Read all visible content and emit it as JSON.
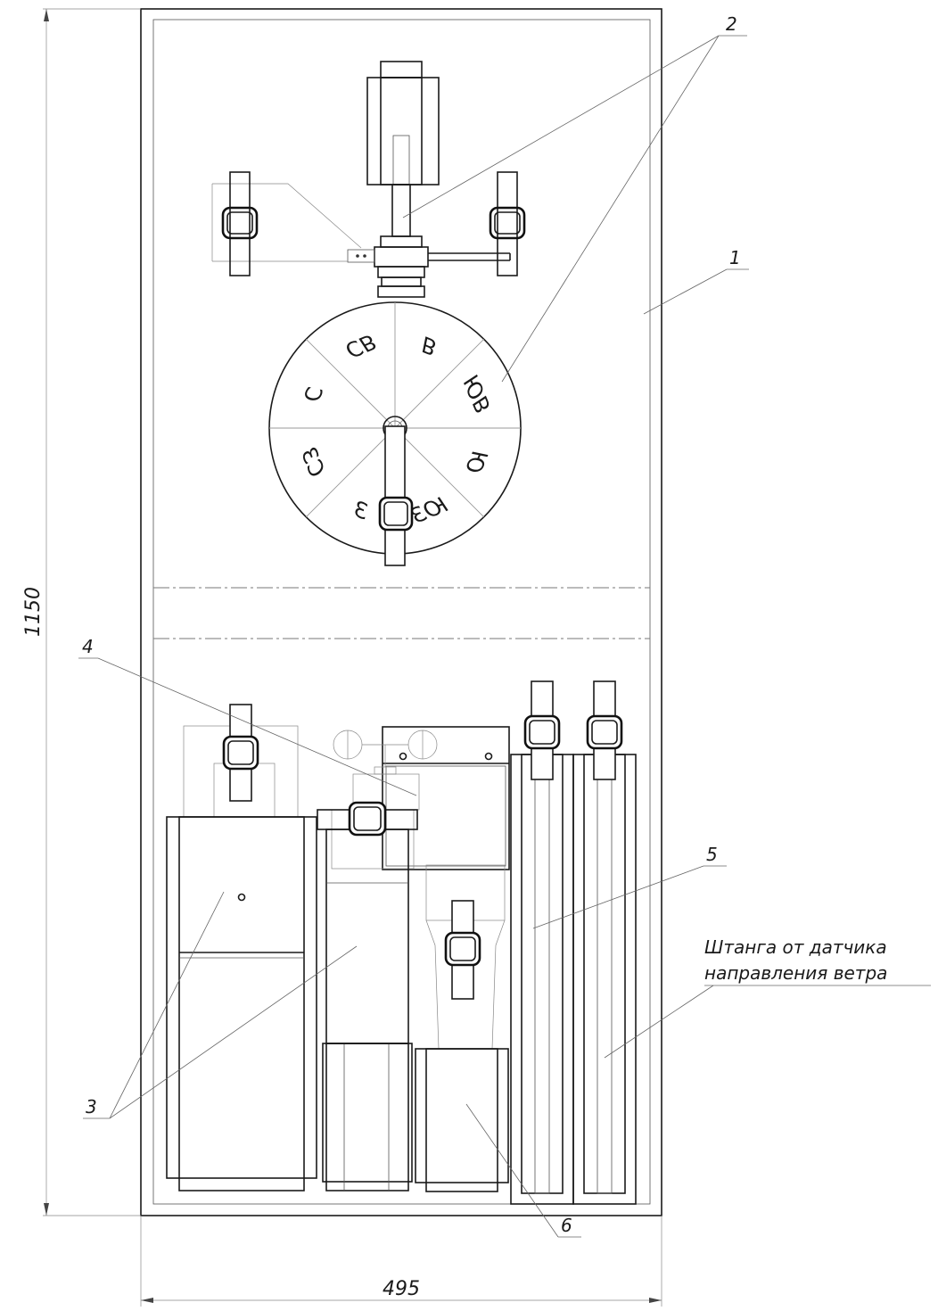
{
  "dimensions": {
    "height": "1150",
    "width": "495"
  },
  "callouts": [
    {
      "id": "1",
      "label": "1"
    },
    {
      "id": "2",
      "label": "2"
    },
    {
      "id": "3",
      "label": "3"
    },
    {
      "id": "4",
      "label": "4"
    },
    {
      "id": "5",
      "label": "5"
    },
    {
      "id": "6",
      "label": "6"
    }
  ],
  "note": {
    "line1": "Штанга от датчика",
    "line2": "направления ветра"
  },
  "compass": {
    "directions": [
      {
        "key": "n",
        "label": "С"
      },
      {
        "key": "ne",
        "label": "СВ"
      },
      {
        "key": "e",
        "label": "В"
      },
      {
        "key": "se",
        "label": "ЮВ"
      },
      {
        "key": "s",
        "label": "Ю"
      },
      {
        "key": "sw",
        "label": "ЮЗ"
      },
      {
        "key": "w",
        "label": "З"
      },
      {
        "key": "nw",
        "label": "СЗ"
      }
    ]
  }
}
